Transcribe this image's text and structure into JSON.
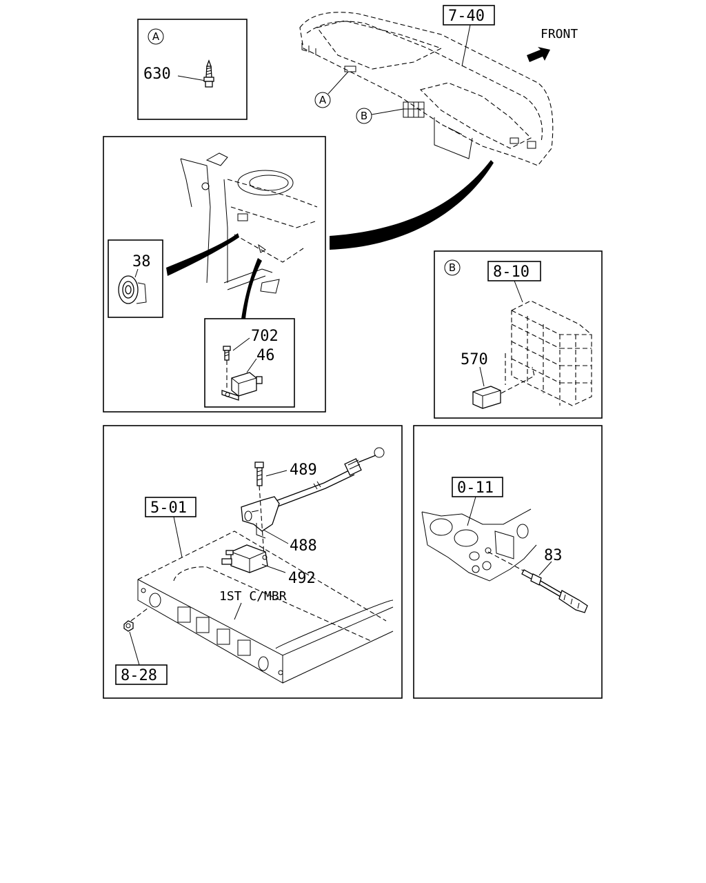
{
  "labels": {
    "front": "FRONT",
    "ref_7_40": "7-40",
    "ref_8_10": "8-10",
    "ref_5_01": "5-01",
    "ref_0_11": "0-11",
    "ref_8_28": "8-28",
    "callout_a": "A",
    "callout_b": "B",
    "part_630": "630",
    "part_38": "38",
    "part_702": "702",
    "part_46": "46",
    "part_570": "570",
    "part_489": "489",
    "part_488": "488",
    "part_492": "492",
    "part_83": "83",
    "first_crossmember": "1ST C/MBR"
  }
}
